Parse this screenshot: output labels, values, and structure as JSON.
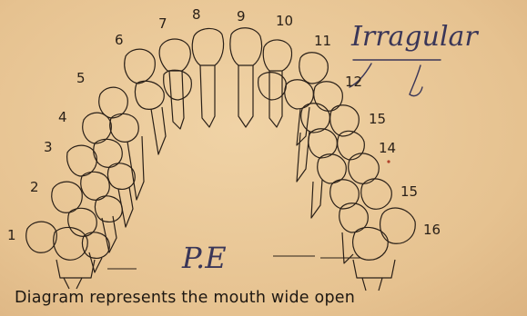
{
  "diagram": {
    "tooth_numbers_left": [
      "1",
      "2",
      "3",
      "4",
      "5",
      "6",
      "7",
      "8",
      "9",
      "10",
      "11",
      "12"
    ],
    "tooth_numbers_right": [
      "15",
      "14",
      "15",
      "16"
    ],
    "annotation_handwritten": "Irragular",
    "initials_handwritten": "P.E",
    "caption": "Diagram represents the mouth wide open",
    "colors": {
      "paper": "#e9c898",
      "ink": "#2a2018",
      "handwriting": "#3a3658"
    }
  }
}
